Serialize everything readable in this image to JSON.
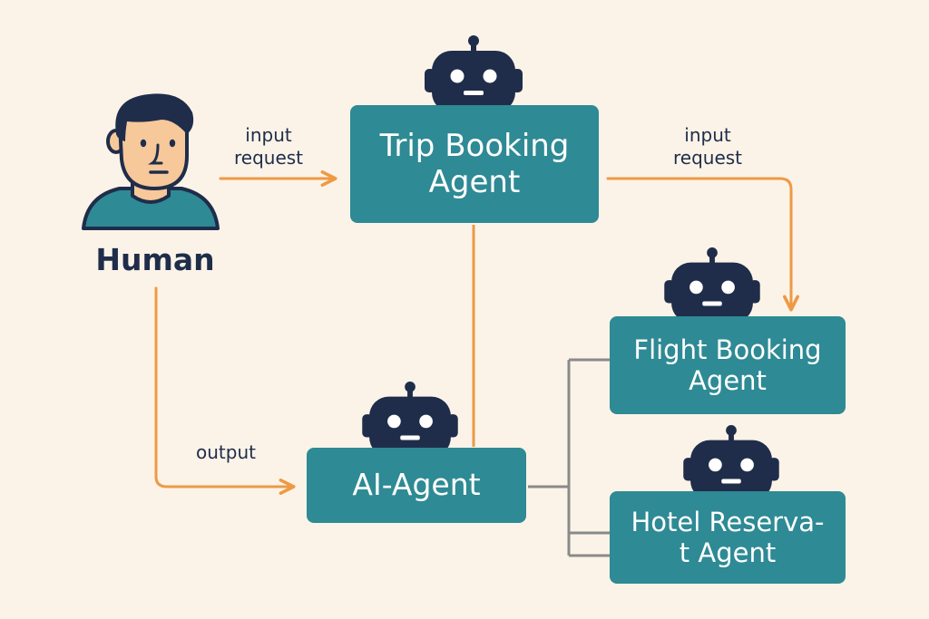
{
  "human": {
    "label": "Human"
  },
  "edges": {
    "human_to_trip": {
      "line1": "input",
      "line2": "request"
    },
    "trip_to_flight": {
      "line1": "input",
      "line2": "request"
    },
    "to_human": {
      "label": "output"
    }
  },
  "nodes": {
    "trip_booking": {
      "line1": "Trip Booking",
      "line2": "Agent"
    },
    "flight_booking": {
      "line1": "Flight Booking",
      "line2": "Agent"
    },
    "hotel_reservation": {
      "line1": "Hotel Reserva-",
      "line2": "t Agent"
    },
    "ai_agent": {
      "line1": "AI-Agent"
    }
  },
  "colors": {
    "background": "#FBF3E8",
    "node_fill": "#2E8A94",
    "arrow": "#EE9A45",
    "connector": "#8A8A8A",
    "robot": "#1F2D4A",
    "text_dark": "#1F2D4A",
    "skin": "#F6C89A",
    "shirt": "#2E8A94"
  },
  "icons": [
    "human-avatar-icon",
    "robot-icon"
  ]
}
